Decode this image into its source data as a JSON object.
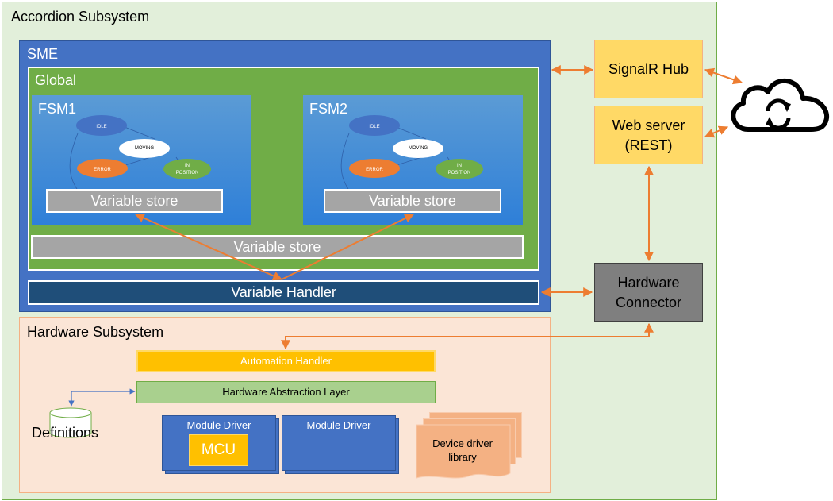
{
  "outer": {
    "title": "Accordion Subsystem"
  },
  "sme": {
    "title": "SME",
    "global": {
      "title": "Global",
      "fsms": [
        {
          "title": "FSM1",
          "store": "Variable store"
        },
        {
          "title": "FSM2",
          "store": "Variable store"
        }
      ],
      "store": "Variable store"
    },
    "handler": "Variable Handler"
  },
  "fsm_states": {
    "idle": "IDLE",
    "moving": "MOVING",
    "error": "ERROR",
    "in_position_1": "IN",
    "in_position_2": "POSITION"
  },
  "side": {
    "signalr": "SignalR Hub",
    "webserver_1": "Web server",
    "webserver_2": "(REST)",
    "hwconnector_1": "Hardware",
    "hwconnector_2": "Connector"
  },
  "hardware": {
    "title": "Hardware Subsystem",
    "automation": "Automation Handler",
    "hal": "Hardware Abstraction Layer",
    "definitions": "Definitions",
    "module_driver_1": "Module Driver",
    "module_driver_2": "Module Driver",
    "mcu": "MCU",
    "device_driver_1": "Device driver",
    "device_driver_2": "library"
  },
  "colors": {
    "arrow": "#ed7d31",
    "blue_arrow": "#4472c4"
  },
  "icons": {
    "cloud": "cloud-sync-icon",
    "database": "database-cylinder-icon"
  }
}
